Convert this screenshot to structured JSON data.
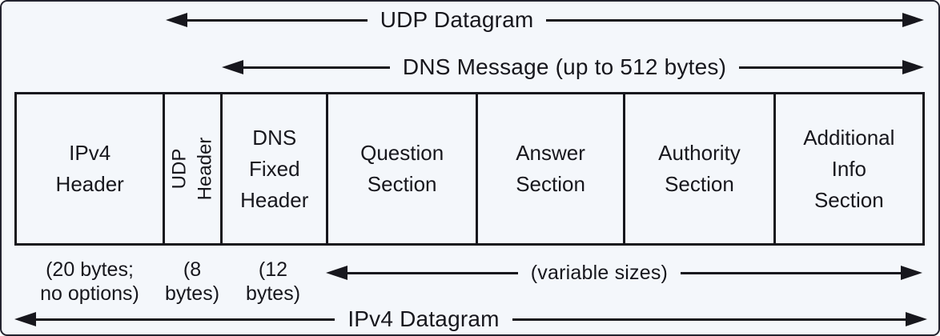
{
  "colors": {
    "ink": "#17171d",
    "background": "#f4f7fb"
  },
  "arrows": {
    "udp_datagram": {
      "label": "UDP Datagram"
    },
    "dns_message": {
      "label": "DNS Message (up to 512 bytes)"
    },
    "variable_sizes": {
      "label": "(variable sizes)"
    },
    "ipv4_datagram": {
      "label": "IPv4 Datagram"
    }
  },
  "boxes": [
    {
      "label": "IPv4\nHeader",
      "size_note": "(20 bytes;\nno options)"
    },
    {
      "label": "UDP\nHeader",
      "size_note": "(8\nbytes)"
    },
    {
      "label": "DNS\nFixed\nHeader",
      "size_note": "(12\nbytes)"
    },
    {
      "label": "Question\nSection"
    },
    {
      "label": "Answer\nSection"
    },
    {
      "label": "Authority\nSection"
    },
    {
      "label": "Additional\nInfo\nSection"
    }
  ]
}
